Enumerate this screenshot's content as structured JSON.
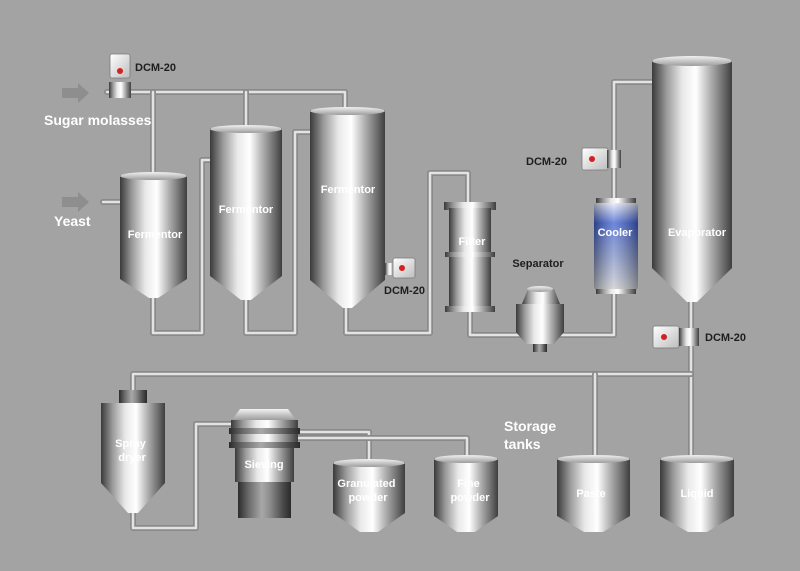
{
  "inlets": {
    "sugar_molasses": "Sugar molasses",
    "yeast": "Yeast"
  },
  "sensors": {
    "top": "DCM-20",
    "fermentor3": "DCM-20",
    "cooler": "DCM-20",
    "evaporator": "DCM-20"
  },
  "equipment": {
    "fermentor1": "Fermentor",
    "fermentor2": "Fermentor",
    "fermentor3": "Fermentor",
    "filter": "Filter",
    "separator": "Separator",
    "cooler": "Cooler",
    "evaporator": "Evaporator",
    "spray_dryer": [
      "Spray",
      "dryer"
    ],
    "sieving": "Sieving",
    "granulated_powder": [
      "Granulated",
      "powder"
    ],
    "fine_powder": [
      "Fine",
      "powder"
    ],
    "paste": "Paste",
    "liquid": "Liquid"
  },
  "storage_label": [
    "Storage",
    "tanks"
  ],
  "colors": {
    "background": "#a3a3a3",
    "sensor_indicator": "#d62020",
    "cooler_tint": "#3d5fd1"
  }
}
